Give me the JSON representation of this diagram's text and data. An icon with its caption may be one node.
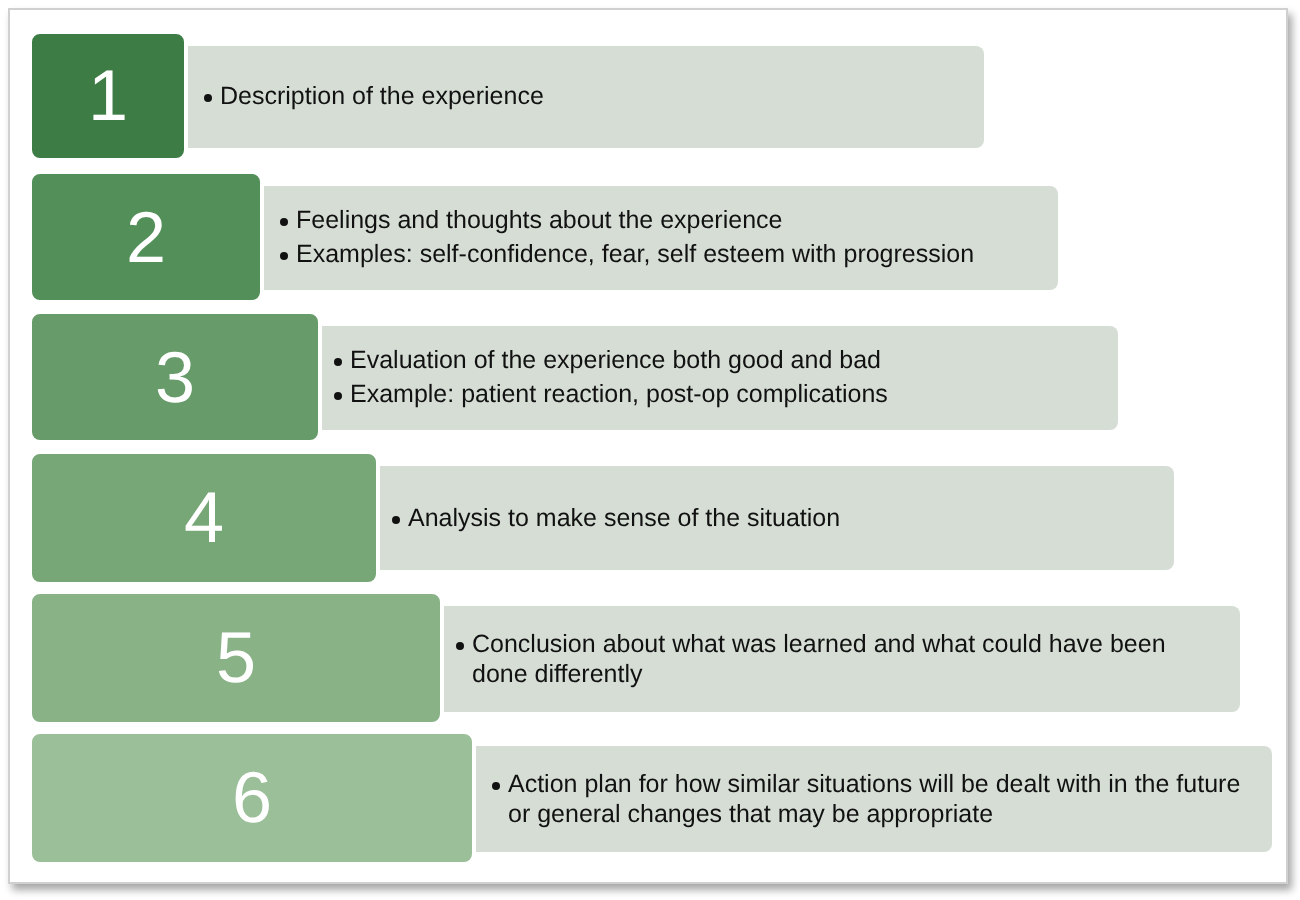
{
  "diagram": {
    "nodes": [
      {
        "text": [
          "1"
        ]
      },
      {
        "text": [
          "Description of the experience"
        ]
      },
      {
        "text": [
          "2"
        ]
      },
      {
        "text": [
          "Feelings and thoughts about the experience",
          "Examples: self-confidence, fear, self esteem with progression"
        ]
      },
      {
        "text": [
          "3"
        ]
      },
      {
        "text": [
          "Evaluation of the experience both good and bad",
          "Example: patient reaction, post-op complications"
        ]
      },
      {
        "text": [
          "4"
        ]
      },
      {
        "text": [
          "Analysis to make sense of the situation"
        ]
      },
      {
        "text": [
          "5"
        ]
      },
      {
        "text": [
          "Conclusion about what was learned and what could have been done differently"
        ]
      },
      {
        "text": [
          "6"
        ]
      },
      {
        "text": [
          "Action plan for how similar situations will be dealt with in the future or general changes that may be appropriate"
        ]
      }
    ]
  }
}
